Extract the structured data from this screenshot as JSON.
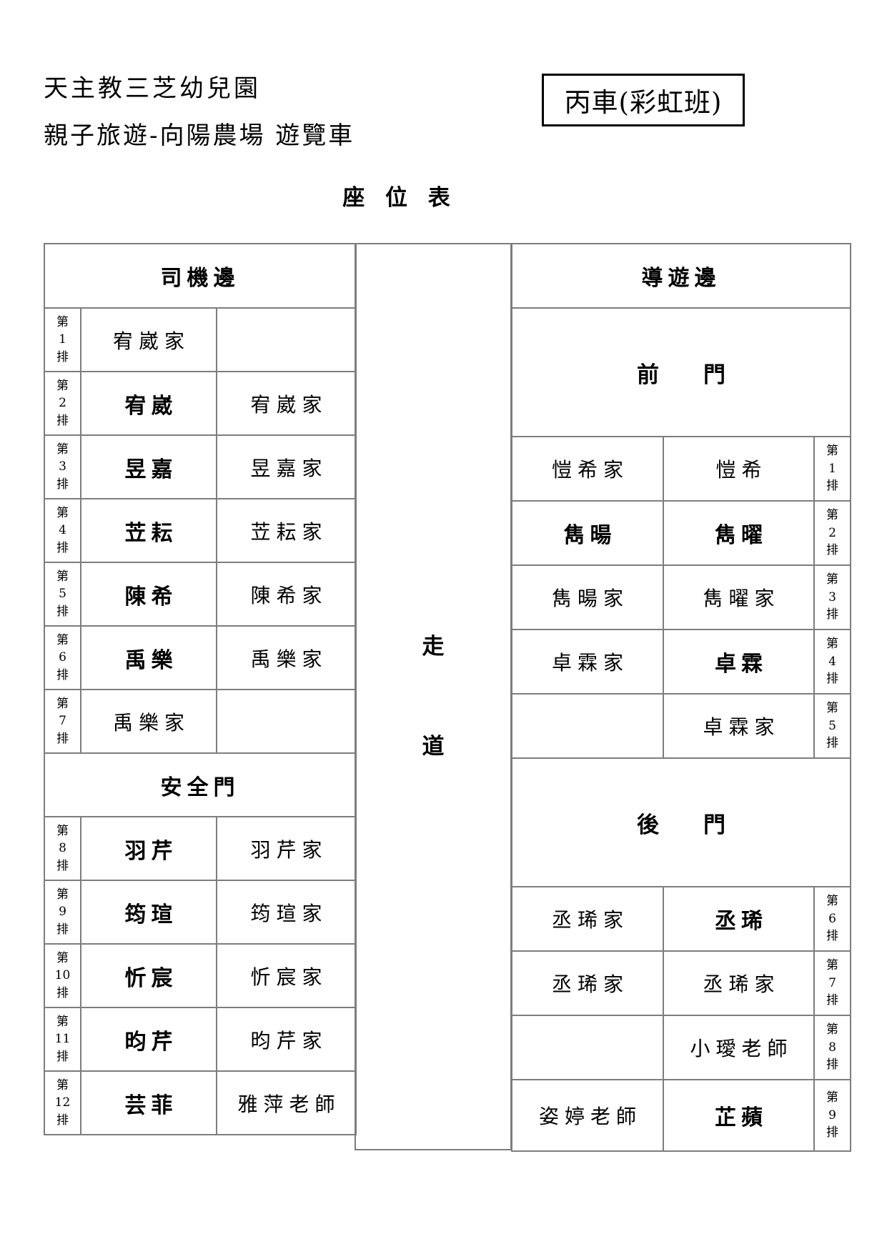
{
  "header": {
    "school_name": "天主教三芝幼兒園",
    "trip_title": "親子旅遊-向陽農場 遊覽車",
    "bus_label": "丙車(彩虹班)",
    "chart_title": "座 位 表"
  },
  "driver_side": {
    "header": "司機邊",
    "safety_door_label": "安全門",
    "rows": [
      {
        "label": "第\n1\n排",
        "seat1": "宥崴家",
        "seat2": ""
      },
      {
        "label": "第\n2\n排",
        "seat1": "宥崴",
        "seat2": "宥崴家"
      },
      {
        "label": "第\n3\n排",
        "seat1": "昱嘉",
        "seat2": "昱嘉家"
      },
      {
        "label": "第\n4\n排",
        "seat1": "苙耘",
        "seat2": "苙耘家"
      },
      {
        "label": "第\n5\n排",
        "seat1": "陳希",
        "seat2": "陳希家"
      },
      {
        "label": "第\n6\n排",
        "seat1": "禹樂",
        "seat2": "禹樂家"
      },
      {
        "label": "第\n7\n排",
        "seat1": "禹樂家",
        "seat2": ""
      },
      {
        "label": "第\n8\n排",
        "seat1": "羽芹",
        "seat2": "羽芹家"
      },
      {
        "label": "第\n9\n排",
        "seat1": "筠瑄",
        "seat2": "筠瑄家"
      },
      {
        "label": "第\n10\n排",
        "seat1": "忻宸",
        "seat2": "忻宸家"
      },
      {
        "label": "第\n11\n排",
        "seat1": "昀芹",
        "seat2": "昀芹家"
      },
      {
        "label": "第\n12\n排",
        "seat1": "芸菲",
        "seat2": "雅萍老師"
      }
    ]
  },
  "aisle_label": "走\n\n道",
  "guide_side": {
    "header": "導遊邊",
    "front_door_label": "前　　門",
    "rear_door_label": "後　　門",
    "rows": [
      {
        "seat1": "愷希家",
        "seat2": "愷希",
        "label": "第\n1\n排"
      },
      {
        "seat1": "雋暘",
        "seat2": "雋曜",
        "label": "第\n2\n排"
      },
      {
        "seat1": "雋暘家",
        "seat2": "雋曜家",
        "label": "第\n3\n排"
      },
      {
        "seat1": "卓霖家",
        "seat2": "卓霖",
        "label": "第\n4\n排"
      },
      {
        "seat1": "",
        "seat2": "卓霖家",
        "label": "第\n5\n排"
      },
      {
        "seat1": "丞琋家",
        "seat2": "丞琋",
        "label": "第\n6\n排"
      },
      {
        "seat1": "丞琋家",
        "seat2": "丞琋家",
        "label": "第\n7\n排"
      },
      {
        "seat1": "",
        "seat2": "小璦老師",
        "label": "第\n8\n排"
      },
      {
        "seat1": "姿婷老師",
        "seat2": "芷蘋",
        "label": "第\n9\n排"
      }
    ]
  }
}
